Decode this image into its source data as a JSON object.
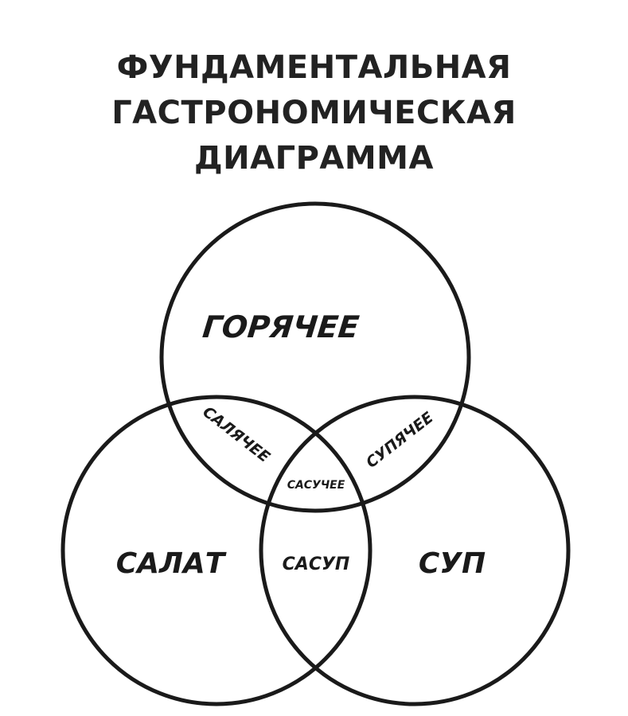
{
  "title": {
    "line1": "ФУНДАМЕНТАЛЬНАЯ",
    "line2": "ГАСТРОНОМИЧЕСКАЯ",
    "line3": "ДИАГРАММА"
  },
  "sets": {
    "hot": "ГОРЯЧЕЕ",
    "salad": "САЛАТ",
    "soup": "СУП"
  },
  "intersections": {
    "salad_hot": "САЛЯЧЕЕ",
    "soup_hot": "СУПЯЧЕЕ",
    "salad_soup": "САСУП",
    "all": "САСУЧЕЕ"
  },
  "colors": {
    "ink": "#1a1a1a",
    "background": "#ffffff"
  }
}
